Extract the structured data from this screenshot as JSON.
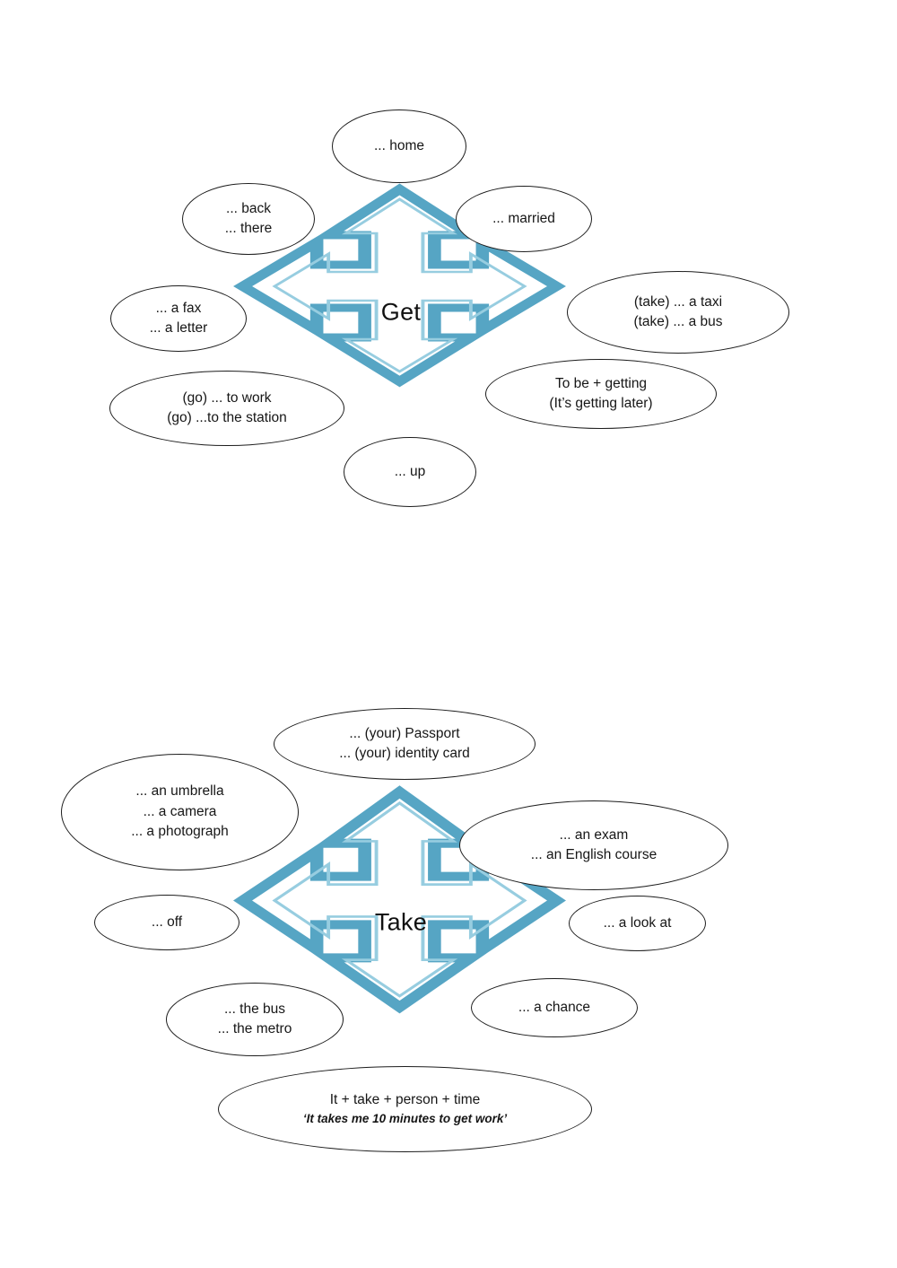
{
  "page": {
    "background": "#ffffff",
    "arrow_color": "#56a5c4",
    "arrow_inner_color": "#8fc8dd",
    "outline_color": "#1d1d1d"
  },
  "diagrams": [
    {
      "id": "get",
      "hub_label": "Get",
      "arrow_name": "four-way-arrow-get",
      "nodes": [
        {
          "name": "node-get-home",
          "lines": [
            "... home"
          ]
        },
        {
          "name": "node-get-back-there",
          "lines": [
            "... back",
            "... there"
          ]
        },
        {
          "name": "node-get-married",
          "lines": [
            "... married"
          ]
        },
        {
          "name": "node-get-fax-letter",
          "lines": [
            "... a fax",
            "... a letter"
          ]
        },
        {
          "name": "node-get-taxi-bus",
          "lines": [
            "(take) ... a taxi",
            "(take) ... a bus"
          ]
        },
        {
          "name": "node-get-to-work-station",
          "lines": [
            "(go) ... to work",
            "(go) ...to the station"
          ]
        },
        {
          "name": "node-get-to-be-getting",
          "lines": [
            "To be + getting",
            "(It’s getting later)"
          ]
        },
        {
          "name": "node-get-up",
          "lines": [
            "... up"
          ]
        }
      ]
    },
    {
      "id": "take",
      "hub_label": "Take",
      "arrow_name": "four-way-arrow-take",
      "nodes": [
        {
          "name": "node-take-passport-id",
          "lines": [
            "... (your) Passport",
            "... (your) identity card"
          ]
        },
        {
          "name": "node-take-umbrella-camera-photograph",
          "lines": [
            "... an umbrella",
            "... a camera",
            "... a photograph"
          ]
        },
        {
          "name": "node-take-exam-english-course",
          "lines": [
            "... an exam",
            "... an English course"
          ]
        },
        {
          "name": "node-take-off",
          "lines": [
            "... off"
          ]
        },
        {
          "name": "node-take-look-at",
          "lines": [
            "... a look at"
          ]
        },
        {
          "name": "node-take-bus-metro",
          "lines": [
            "... the bus",
            "... the metro"
          ]
        },
        {
          "name": "node-take-chance",
          "lines": [
            "... a chance"
          ]
        },
        {
          "name": "node-take-it-takes",
          "lines": [
            "It + take + person + time",
            "‘It takes me 10 minutes to get work’"
          ]
        }
      ]
    }
  ]
}
